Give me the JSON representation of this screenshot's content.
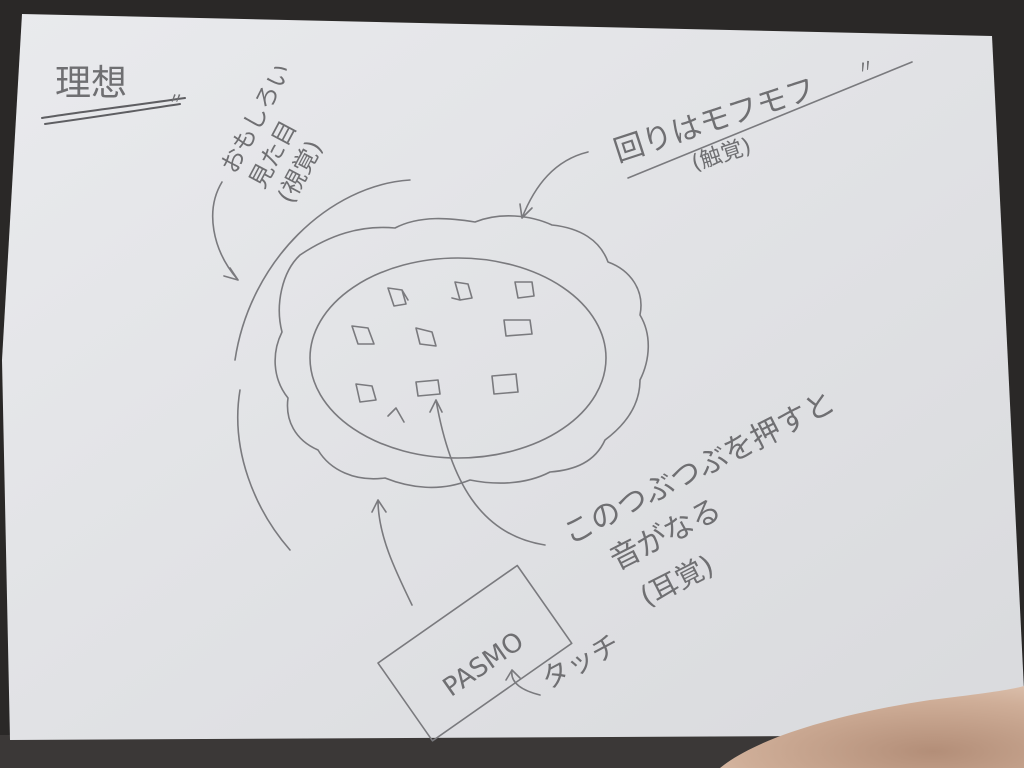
{
  "sketch": {
    "title": "理想",
    "title_mark": "〃",
    "label_visual": "おもしろい見た目(視覚)",
    "label_visual_line1": "おもしろい",
    "label_visual_line2": "見た目",
    "label_visual_line3": "(視覚)",
    "label_touch": "回りはモフモフ",
    "label_touch_mark": "〃",
    "label_touch_sub": "(触覚)",
    "label_sound_line1": "このつぶつぶを押すと",
    "label_sound_line2": "音がなる",
    "label_sound_line3": "(耳覚)",
    "card_text": "PASMO",
    "touch_action": "タッチ"
  },
  "colors": {
    "paper": "#e2e3e6",
    "pencil": "#7a7a7e",
    "background": "#2a2827",
    "finger": "#c9a891"
  }
}
